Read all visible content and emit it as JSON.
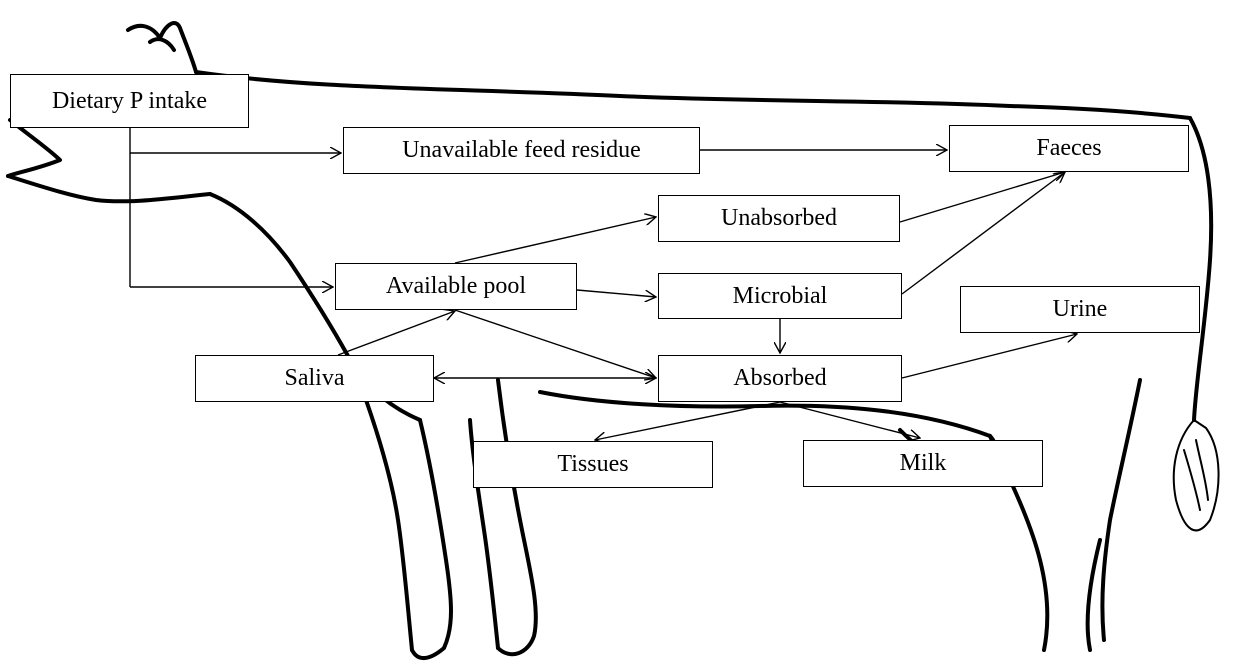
{
  "nodes": {
    "dietary": "Dietary P intake",
    "unavailable": "Unavailable feed residue",
    "faeces": "Faeces",
    "unabsorbed": "Unabsorbed",
    "available": "Available pool",
    "microbial": "Microbial",
    "urine": "Urine",
    "saliva": "Saliva",
    "absorbed": "Absorbed",
    "tissues": "Tissues",
    "milk": "Milk"
  }
}
